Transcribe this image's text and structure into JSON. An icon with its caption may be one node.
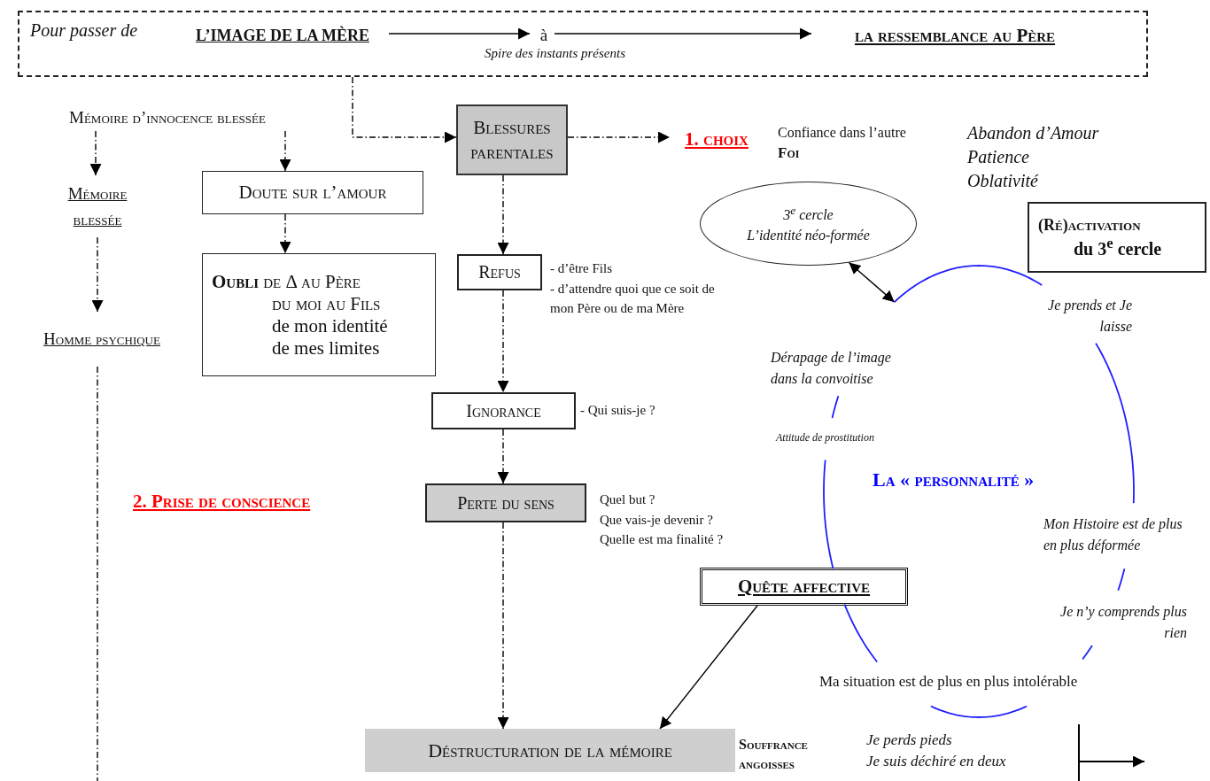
{
  "diagram": {
    "nodes": [
      {
        "text": [
          "Pour passer de",
          "Spire des instants présents"
        ]
      },
      {
        "text": [
          "L’IMAGE DE LA MÈRE"
        ],
        "in": 0
      },
      {
        "text": [
          "à"
        ],
        "in": 0
      },
      {
        "text": [
          "la ressemblance au Père"
        ],
        "in": 0
      },
      {
        "text": [
          "Mémoire d’innocence blessée"
        ]
      },
      {
        "text": [
          "Mémoire blessée"
        ]
      },
      {
        "text": [
          "Homme psychique"
        ]
      },
      {
        "text": [
          "Blessures parentales"
        ]
      },
      {
        "text": [
          "Doute sur l’amour"
        ]
      },
      {
        "text": [
          "**Oubli** de Δ au Père",
          "du moi au Fils",
          "de mon identité",
          "de mes limites"
        ]
      },
      {
        "text": [
          "1. choix"
        ]
      },
      {
        "text": [
          "Refus"
        ],
        "beside": [
          "- d’être Fils",
          "- d’attendre quoi que ce soit de mon Père ou de ma Mère"
        ]
      },
      {
        "text": [
          "Ignorance"
        ],
        "beside": [
          "- Qui suis-je ?"
        ]
      },
      {
        "text": [
          "Perte du sens"
        ],
        "beside": [
          "Quel but ?",
          "Que vais-je devenir ?",
          "Quelle est ma finalité ?"
        ]
      },
      {
        "text": [
          "Déstructuration de la mémoire"
        ],
        "beside": [
          "Souffrance",
          "angoisses"
        ]
      },
      {
        "text": [
          "Quête affective"
        ]
      },
      {
        "text": [
          "3$^{e}$ cercle",
          "L’identité néo-formée"
        ]
      },
      {
        "text": [
          "(Ré)activation",
          "du 3$^{e}$ cercle"
        ]
      },
      {
        "text": [
          "La « personnalité »"
        ]
      }
    ],
    "edges": [
      {
        "from": 0,
        "to": 7,
        "arrow": "to",
        "style": "dashed"
      },
      {
        "from": 1,
        "to": 2,
        "arrow": "to"
      },
      {
        "from": 2,
        "to": 3,
        "arrow": "to"
      },
      {
        "from": 4,
        "to": 5,
        "arrow": "to",
        "style": "dashed"
      },
      {
        "from": 4,
        "to": 8,
        "arrow": "to",
        "style": "dashed"
      },
      {
        "from": 5,
        "to": 6,
        "arrow": "to",
        "style": "dashed"
      },
      {
        "from": 6,
        "to": null,
        "arrow": "none",
        "style": "dashed"
      },
      {
        "from": 7,
        "to": 10,
        "arrow": "to",
        "style": "dashed"
      },
      {
        "from": 8,
        "to": 9,
        "arrow": "to",
        "style": "dashed"
      },
      {
        "from": 7,
        "to": 11,
        "arrow": "to",
        "style": "dashed"
      },
      {
        "from": 11,
        "to": 12,
        "arrow": "to",
        "style": "dashed"
      },
      {
        "from": 12,
        "to": 13,
        "arrow": "to",
        "style": "dashed"
      },
      {
        "from": 13,
        "to": 14,
        "arrow": "to",
        "style": "dashed"
      },
      {
        "from": 15,
        "to": 14,
        "arrow": "to"
      },
      {
        "from": 16,
        "to": 18,
        "arrow": "both"
      }
    ],
    "labels": [
      "Confiance dans l’autre",
      "Foi",
      "Abandon d’Amour",
      "Patience",
      "Oblativité",
      "Je prends et Je laisse",
      "Dérapage de l’image dans la convoitise",
      "Attitude de prostitution",
      "2. Prise de conscience",
      "Mon Histoire est de plus en plus déformée",
      "Je n’y comprends plus rien",
      "Ma situation est de plus en plus intolérable",
      "Je perds pieds",
      "Je suis déchiré en deux"
    ]
  }
}
